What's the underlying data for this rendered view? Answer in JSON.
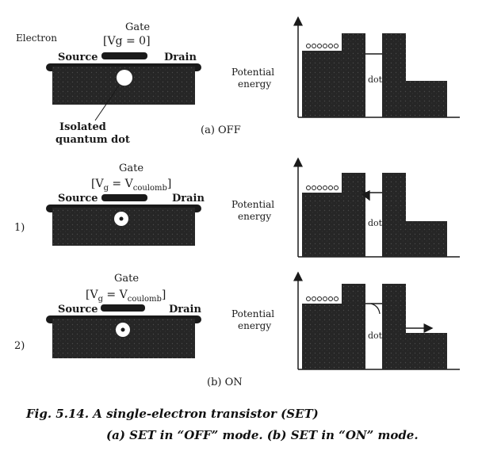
{
  "panel_off": {
    "electron_label": "Electron",
    "gate_label": "Gate",
    "gate_voltage": "[Vg = 0]",
    "source_label": "Source",
    "drain_label": "Drain",
    "dot_label": "Isolated",
    "dot_label_2": "quantum dot",
    "energy_label": "Potential",
    "energy_label_2": "energy",
    "dot_text": "dot",
    "mode_caption": "(a) OFF"
  },
  "panel_on1": {
    "index": "1)",
    "gate_label": "Gate",
    "gate_voltage_prefix": "[V",
    "gate_voltage_sub": "g",
    "gate_voltage_mid": " = V",
    "gate_voltage_sub2": "coulomb",
    "gate_voltage_suffix": "]",
    "source_label": "Source",
    "drain_label": "Drain",
    "energy_label": "Potential",
    "energy_label_2": "energy",
    "dot_text": "dot"
  },
  "panel_on2": {
    "index": "2)",
    "gate_label": "Gate",
    "gate_voltage_prefix": "[V",
    "gate_voltage_sub": "g",
    "gate_voltage_mid": " = V",
    "gate_voltage_sub2": "coulomb",
    "gate_voltage_suffix": "]",
    "source_label": "Source",
    "drain_label": "Drain",
    "energy_label": "Potential",
    "energy_label_2": "energy",
    "dot_text": "dot",
    "mode_caption": "(b) ON"
  },
  "caption": {
    "line1": "Fig. 5.14. A single-electron transistor (SET)",
    "line2": "(a) SET in “OFF” mode. (b) SET in “ON” mode."
  },
  "colors": {
    "ink": "#1a1a1a",
    "fill_dark": "#2b2b2b",
    "paper": "#ffffff"
  }
}
